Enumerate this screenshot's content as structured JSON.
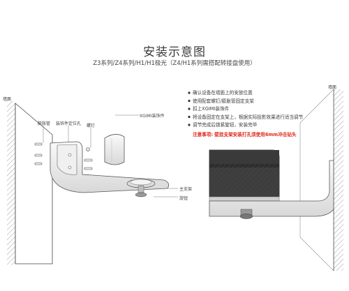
{
  "title": "安装示意图",
  "subtitle": "Z3系列/Z4系列/H1/H1极光（Z4/H1系列需搭配转接盘使用）",
  "labels": {
    "wall_left": "墙面",
    "wall_right": "墙面",
    "expansion_pipe": "膨胀管",
    "bracket_hole": "装饰件定位孔",
    "screw": "螺钉",
    "xgimi_decor": "XGIMI装饰件",
    "main_bracket": "主支架",
    "knob": "旋钮"
  },
  "steps": [
    "确认设备在墙面上的安放位置",
    "使用配套螺钉/膨胀管固定支架",
    "扣上XGIMI装饰件",
    "将设备固定在支架上，根据实际投影效果进行适当调节",
    "调节完成后锁紧旋钮，安装完毕"
  ],
  "warning": "注意事项: 壁挂支架安装打孔须使用6mm冲击钻头",
  "colors": {
    "warning": "#e0281d",
    "line": "#555555",
    "bullet": "#333333"
  }
}
